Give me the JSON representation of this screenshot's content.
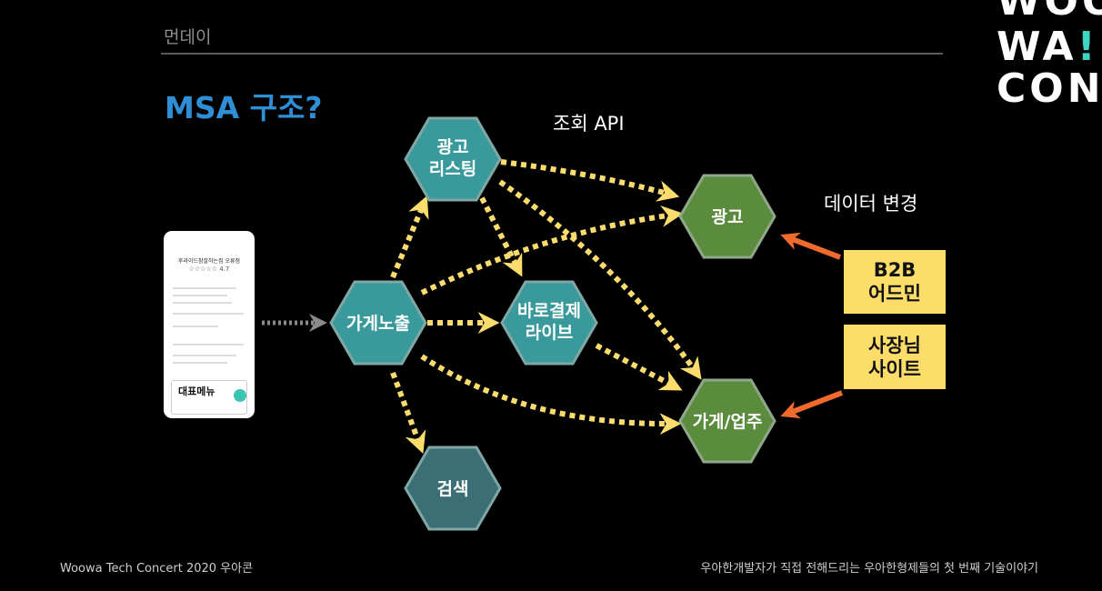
{
  "header": {
    "section_title": "먼데이",
    "heading": "MSA 구조?"
  },
  "logo": {
    "line1": "WOO",
    "line2a": "WA",
    "line2b": "!",
    "line3": "CON"
  },
  "diagram": {
    "nodes": {
      "ad_listing": [
        "광고",
        "리스팅"
      ],
      "shop_exposure": [
        "가게노출"
      ],
      "direct_pay_live": [
        "바로결제",
        "라이브"
      ],
      "search": [
        "검색"
      ],
      "ad": [
        "광고"
      ],
      "shop_business": [
        "가게/업주"
      ]
    },
    "labels": {
      "query_api": "조회 API",
      "data_change": "데이터 변경"
    },
    "boxes": {
      "b2b_admin_line1": "B2B",
      "b2b_admin_line2": "어드민",
      "owner_site_line1": "사장님",
      "owner_site_line2": "사이트"
    }
  },
  "phone": {
    "shop_name": "후라이드참잘하는집 오류점",
    "rating": "☆☆☆☆☆ 4.7",
    "menu_title": "대표메뉴"
  },
  "footer": {
    "left": "Woowa Tech Concert  2020 우아콘",
    "right": "우아한개발자가 직접 전해드리는 우아한형제들의 첫 번째 기술이야기"
  },
  "colors": {
    "teal_node": "#3a9a9b",
    "green_node": "#5b8b3c",
    "gray_node": "#3b6f75",
    "arrow_yellow": "#fbdc6c",
    "arrow_orange": "#f06a2e",
    "heading_blue": "#2f8fd6"
  }
}
